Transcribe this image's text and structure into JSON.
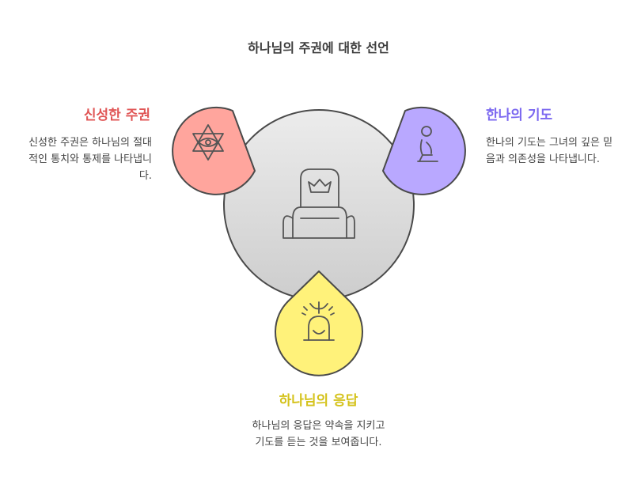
{
  "title": "하나님의 주권에 대한 선언",
  "colors": {
    "left": "#ffa59d",
    "left_text": "#e05656",
    "right": "#b9a8ff",
    "right_text": "#7b68f0",
    "bottom": "#fff27a",
    "bottom_text": "#d4c21a",
    "center": "#d9d9d9"
  },
  "nodes": {
    "left": {
      "icon": "star-of-david-eye-icon",
      "heading": "신성한 주권",
      "description": "신성한 주권은 하나님의 절대적인 통치와 통제를 나타냅니다."
    },
    "right": {
      "icon": "kneeling-person-icon",
      "heading": "한나의 기도",
      "description": "한나의 기도는 그녀의 깊은 믿음과 의존성을 나타냅니다."
    },
    "bottom": {
      "icon": "dove-over-person-icon",
      "heading": "하나님의 응답",
      "description": "하나님의 응답은 약속을 지키고 기도를 듣는 것을 보여줍니다."
    },
    "center": {
      "icon": "throne-with-crown-icon"
    }
  }
}
